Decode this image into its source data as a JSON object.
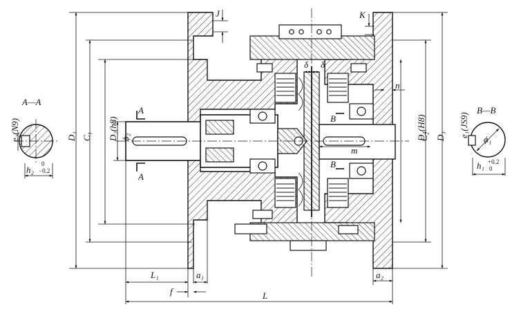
{
  "section_aa": {
    "title": "A—A",
    "keyway_width": "e₂(N9)",
    "keyway_depth": "h₂",
    "keyway_depth_upper": "0",
    "keyway_depth_lower": "−0.2"
  },
  "section_bb": {
    "title": "B—B",
    "keyway_width": "e₁(JS9)",
    "bore_dia": "ϕ₁",
    "keyway_depth": "h₁",
    "keyway_depth_upper": "+0.2",
    "keyway_depth_lower": "0"
  },
  "dimensions": {
    "D1": "D₁",
    "C1": "C₁",
    "D2": "D₂(h8)",
    "phi2": "ϕ₂",
    "D4": "D₄(H8)",
    "C2": "C₂",
    "D3": "D₃",
    "J": "J",
    "K": "K",
    "delta_left": "δ",
    "delta_right": "δ",
    "n": "n",
    "m": "m",
    "L1": "L₁",
    "a1": "a₁",
    "f": "f",
    "L": "L",
    "a2": "a₂"
  },
  "section_marks": {
    "A_top": "A",
    "A_bottom": "A",
    "B_top": "B",
    "B_bottom": "B"
  }
}
